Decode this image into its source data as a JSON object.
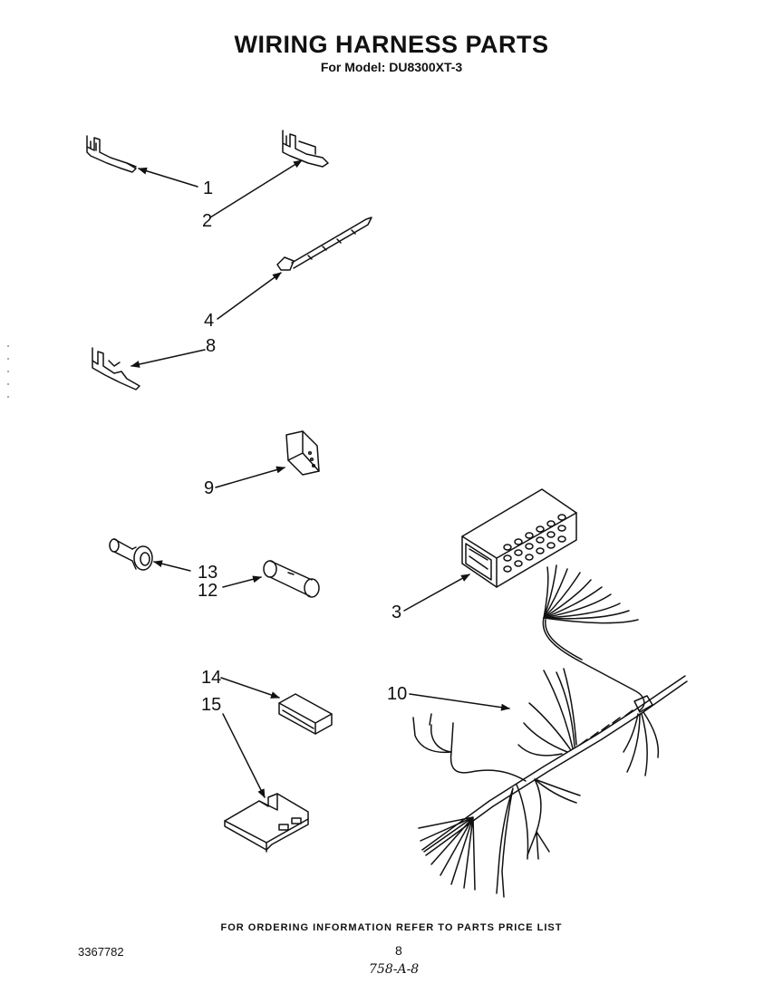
{
  "header": {
    "title": "WIRING HARNESS PARTS",
    "subtitle": "For Model: DU8300XT-3"
  },
  "callouts": {
    "c1": "1",
    "c2": "2",
    "c3": "3",
    "c4": "4",
    "c8": "8",
    "c9": "9",
    "c10": "10",
    "c12": "12",
    "c13": "13",
    "c14": "14",
    "c15": "15"
  },
  "footer": {
    "note": "FOR ORDERING INFORMATION REFER TO PARTS PRICE LIST",
    "doc_number": "3367782",
    "page_number": "8",
    "handwritten": "758-A-8"
  }
}
